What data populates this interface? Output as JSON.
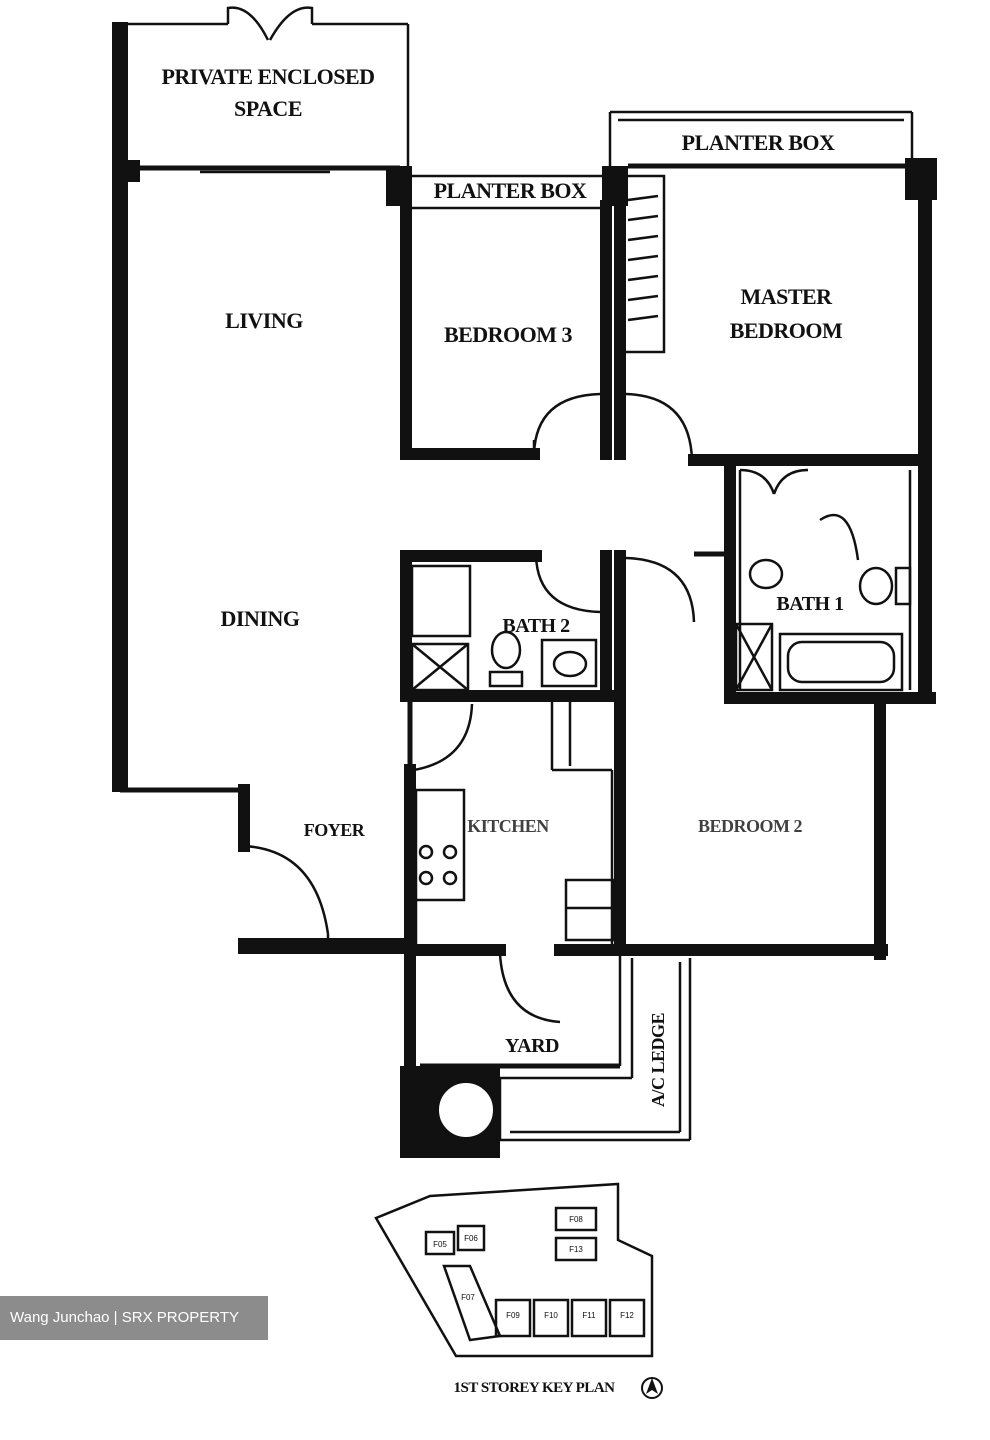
{
  "rooms": {
    "private_enclosed_space_line1": "PRIVATE ENCLOSED",
    "private_enclosed_space_line2": "SPACE",
    "planter_box_top": "PLANTER BOX",
    "planter_box_mid": "PLANTER BOX",
    "living": "LIVING",
    "bedroom3": "BEDROOM 3",
    "master_bedroom_line1": "MASTER",
    "master_bedroom_line2": "BEDROOM",
    "dining": "DINING",
    "bath2": "BATH 2",
    "bath1": "BATH 1",
    "foyer": "FOYER",
    "kitchen": "KITCHEN",
    "bedroom2": "BEDROOM 2",
    "yard": "YARD",
    "ac_ledge": "A/C LEDGE"
  },
  "key_plan": {
    "title": "1ST STOREY KEY PLAN",
    "units": [
      "F05",
      "F06",
      "F07",
      "F08",
      "F09",
      "F10",
      "F11",
      "F12",
      "F13"
    ]
  },
  "watermark": "Wang Junchao | SRX PROPERTY"
}
